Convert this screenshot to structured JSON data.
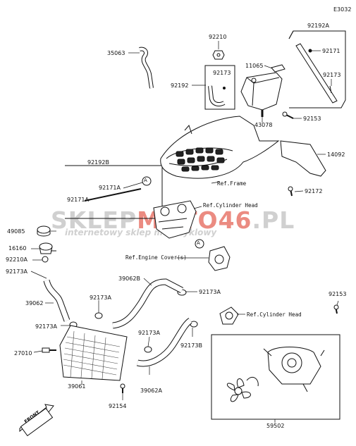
{
  "diagram": {
    "code": "E3032",
    "watermark_main_pre": "SKLEP",
    "watermark_main_red": "MOTO46",
    "watermark_main_post": ".PL",
    "watermark_sub": "internetowy sklep motocyklowy",
    "front_label": "FRONT",
    "callout_letter": "A",
    "parts": {
      "p35063": "35063",
      "p92210": "92210",
      "p92173_top": "92173",
      "p92192": "92192",
      "p11065": "11065",
      "p92192A": "92192A",
      "p92171": "92171",
      "p92173_right": "92173",
      "p43078": "43078",
      "p92153_top": "92153",
      "p14092": "14092",
      "p92192B": "92192B",
      "p92171A": "92171A",
      "p92171A_b": "92171A",
      "p92172": "92172",
      "p49085": "49085",
      "p16160": "16160",
      "p92210A": "92210A",
      "p92173A_a": "92173A",
      "p39062B": "39062B",
      "p92173A_b": "92173A",
      "p39062": "39062",
      "p92173A_c": "92173A",
      "p92173A_d": "92173A",
      "p92173A_e": "92173A",
      "p92173B": "92173B",
      "p92153_right": "92153",
      "p27010": "27010",
      "p39061": "39061",
      "p39062A": "39062A",
      "p92154": "92154",
      "p59502": "59502"
    },
    "refs": {
      "frame": "Ref.Frame",
      "cyl_head_top": "Ref.Cylinder Head",
      "engine_cover": "Ref.Engine Cover(s)",
      "cyl_head_right": "Ref.Cylinder Head"
    }
  }
}
